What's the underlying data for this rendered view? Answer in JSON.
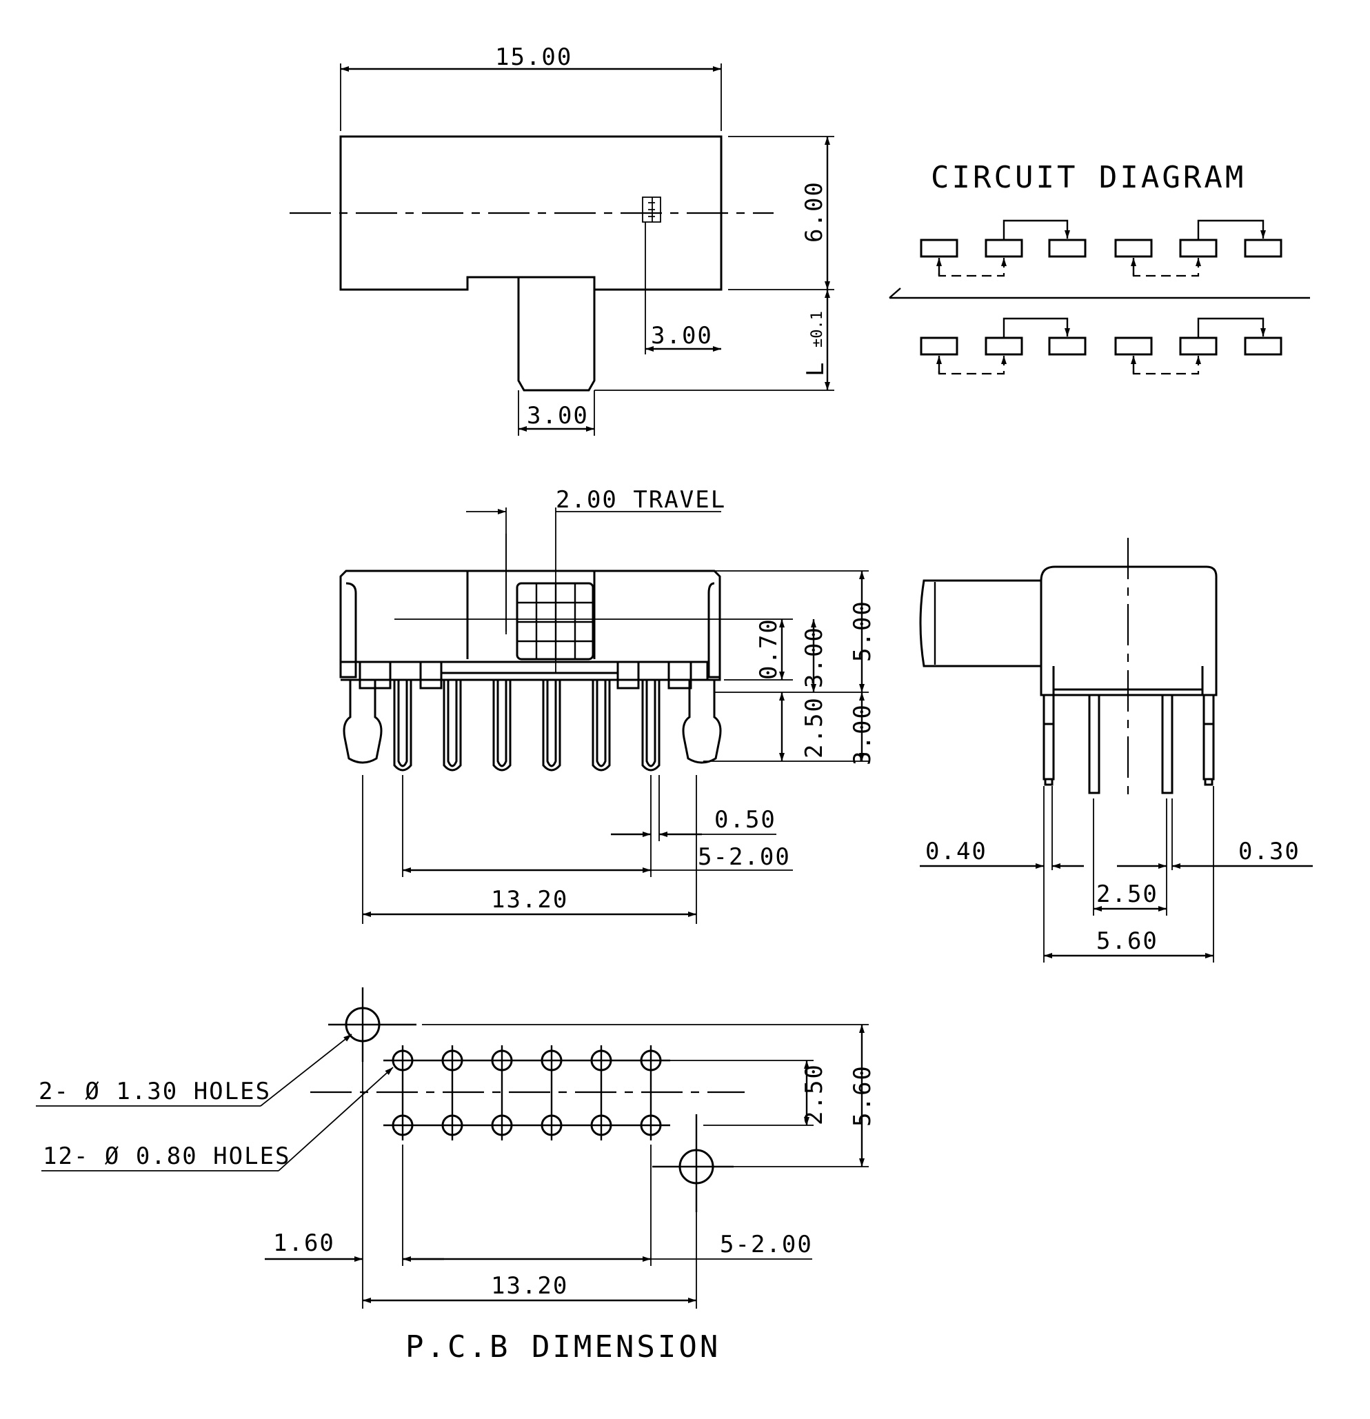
{
  "top_view": {
    "dim_width": "15.00",
    "dim_height": "6.00",
    "dim_actuator_offset": "3.00",
    "dim_actuator_width": "3.00",
    "dim_length": "L",
    "dim_length_tol": "±0.1"
  },
  "circuit": {
    "title": "CIRCUIT DIAGRAM"
  },
  "front_view": {
    "dim_travel": "2.00 TRAVEL",
    "dim_actuator_h": "0.70",
    "dim_body_h": "3.00",
    "dim_total_h": "5.00",
    "dim_pin_short": "2.50",
    "dim_pin_long": "3.00",
    "dim_pin_w": "0.50",
    "dim_pitch": "5-2.00",
    "dim_span": "13.20"
  },
  "side_view": {
    "dim_left": "0.40",
    "dim_right": "0.30",
    "dim_row_pitch": "2.50",
    "dim_width": "5.60"
  },
  "pcb": {
    "label_large_holes": "2- Ø 1.30 HOLES",
    "label_small_holes": "12- Ø 0.80 HOLES",
    "dim_row_pitch": "2.50",
    "dim_height": "5.60",
    "dim_offset": "1.60",
    "dim_pitch": "5-2.00",
    "dim_span": "13.20",
    "title": "P.C.B DIMENSION"
  }
}
